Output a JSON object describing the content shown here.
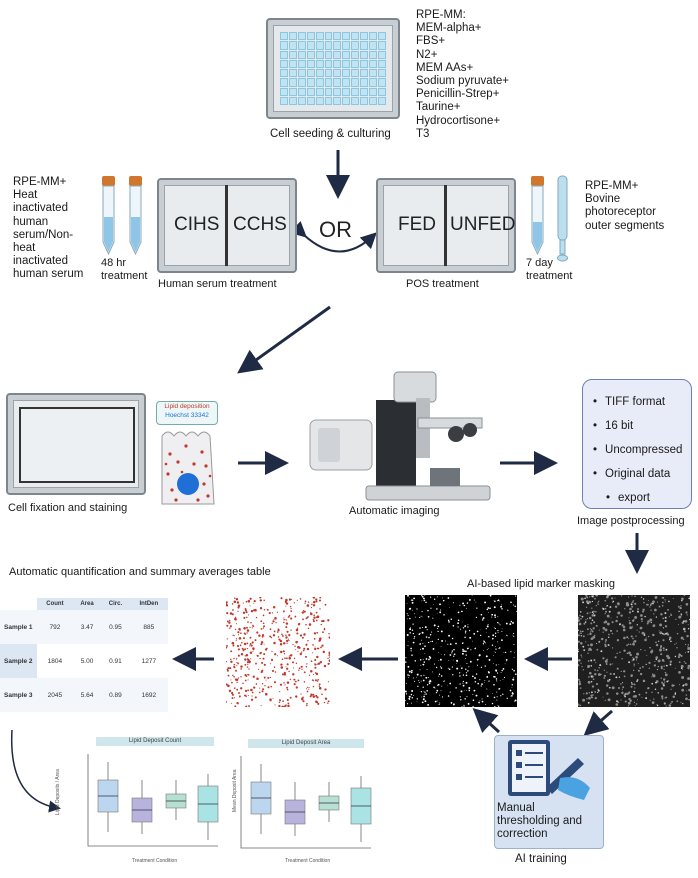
{
  "seeding": {
    "label": "Cell seeding & culturing",
    "media": [
      "RPE-MM:",
      "MEM-alpha+",
      "FBS+",
      "N2+",
      "MEM AAs+",
      "Sodium pyruvate+",
      "Penicillin-Strep+",
      "Taurine+",
      "Hydrocortisone+",
      "T3"
    ]
  },
  "serum": {
    "media": [
      "RPE-MM+",
      "Heat",
      "inactivated",
      "human",
      "serum/Non-",
      "heat",
      "inactivated",
      "human serum"
    ],
    "well_left": "CIHS",
    "well_right": "CCHS",
    "duration": [
      "48 hr",
      "treatment"
    ],
    "label": "Human serum treatment"
  },
  "or_label": "OR",
  "pos": {
    "media": [
      "RPE-MM+",
      "Bovine",
      "photoreceptor",
      "outer segments"
    ],
    "well_left": "FED",
    "well_right": "UNFED",
    "duration": [
      "7 day",
      "treatment"
    ],
    "label": "POS treatment"
  },
  "fixation": {
    "label": "Cell fixation and staining",
    "legend": [
      "Lipid deposition",
      "Hoechst 33342"
    ]
  },
  "imaging": {
    "label": "Automatic imaging"
  },
  "postprocessing": {
    "items": [
      "TIFF format",
      "16 bit",
      "Uncompressed",
      "Original data",
      "export"
    ],
    "label": "Image postprocessing"
  },
  "masking": {
    "label": "AI-based lipid marker masking"
  },
  "quant": {
    "label": "Automatic quantification and summary averages table",
    "table": {
      "columns": [
        "Count",
        "Area",
        "Circ.",
        "IntDen"
      ],
      "rows": [
        {
          "name": "Sample 1",
          "values": [
            "792",
            "3.47",
            "0.95",
            "885"
          ]
        },
        {
          "name": "Sample 2",
          "values": [
            "1804",
            "5.00",
            "0.91",
            "1277"
          ]
        },
        {
          "name": "Sample 3",
          "values": [
            "2045",
            "5.64",
            "0.89",
            "1692"
          ]
        }
      ]
    }
  },
  "training": {
    "label_lines": [
      "Manual",
      "thresholding and",
      "correction"
    ],
    "caption": "AI training"
  },
  "charts": [
    {
      "title": "Lipid Deposit Count",
      "ylabel": "Lipid Deposits / Area",
      "xlabel": "Treatment Condition"
    },
    {
      "title": "Lipid Deposit Area",
      "ylabel": "Mean Deposit Area",
      "xlabel": "Treatment Condition"
    }
  ],
  "colors": {
    "arrow": "#1f2a44",
    "well": "#bfe4f4",
    "box_fill": "#e8ecf8",
    "box_border": "#6d7fb6",
    "lipid": "#c0392b",
    "nucleus": "#1f6fd6"
  }
}
